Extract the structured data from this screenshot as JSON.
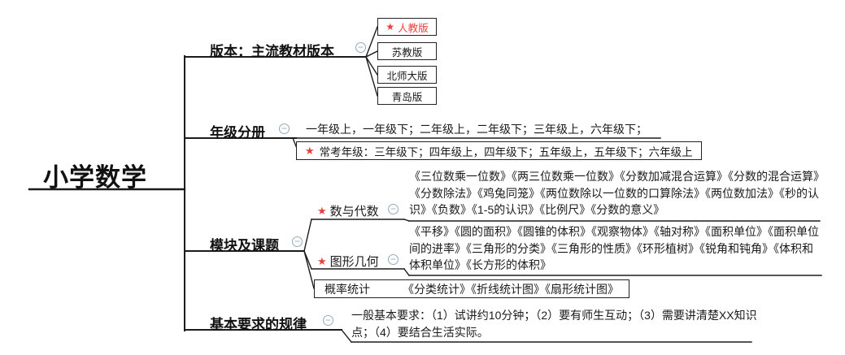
{
  "root": {
    "label": "小学数学"
  },
  "branches": [
    {
      "label": "版本：主流教材版本",
      "children": [
        {
          "label": "人教版",
          "starred": true
        },
        {
          "label": "苏教版"
        },
        {
          "label": "北师大版"
        },
        {
          "label": "青岛版"
        }
      ]
    },
    {
      "label": "年级分册",
      "children": [
        {
          "label": "一年级上，一年级下；二年级上，二年级下；三年级上，六年级下；"
        },
        {
          "label": "常考年级：三年级下；四年级上，四年级下；五年级上，五年级下；六年级上",
          "starred": true
        }
      ]
    },
    {
      "label": "模块及课题",
      "children": [
        {
          "label": "数与代数",
          "starred": true,
          "topics": "《三位数乘一位数》《两三位数乘一位数》《分数加减混合运算》《分数的混合运算》《分数除法》《鸡兔同笼》《两位数除以一位数的口算除法》《两位数加法》《秒的认识》《负数》《1-5的认识》《比例尺》《分数的意义》"
        },
        {
          "label": "图形几何",
          "starred": true,
          "topics": "《平移》《圆的面积》《圆锥的体积》《观察物体》《轴对称》《面积单位》《面积单位间的进率》《三角形的分类》《三角形的性质》《环形植树》《锐角和钝角》《体积和体积单位》《长方形的体积》"
        },
        {
          "label": "概率统计",
          "topics": "《分类统计》《折线统计图》《扇形统计图》"
        }
      ]
    },
    {
      "label": "基本要求的规律",
      "children": [
        {
          "label": "一般基本要求：（1）试讲约10分钟；（2）要有师生互动；（3）需要讲清楚XX知识点；（4）要结合生活实际。"
        }
      ]
    }
  ],
  "icons": {
    "star": "★",
    "collapse": "−"
  },
  "colors": {
    "accent_red": "#e8413c",
    "line": "#1c1c1c",
    "collapse": "#93a9bd"
  }
}
